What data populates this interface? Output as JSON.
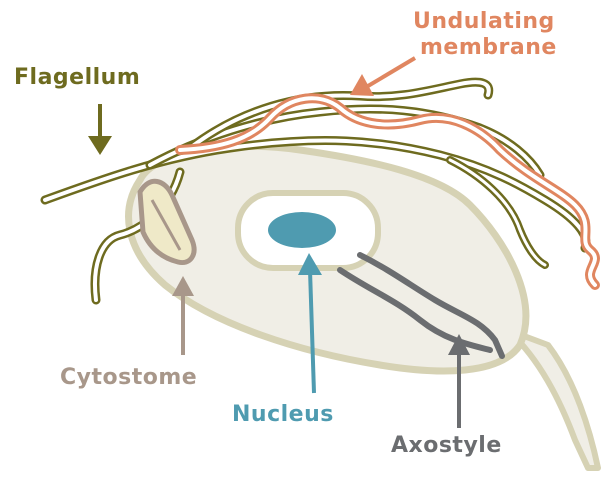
{
  "labels": {
    "flagellum": "Flagellum",
    "undulating_line1": "Undulating",
    "undulating_line2": "membrane",
    "cytostome": "Cytostome",
    "nucleus": "Nucleus",
    "axostyle": "Axostyle"
  },
  "colors": {
    "flagellum": "#6e6b1f",
    "undulating_membrane": "#e08660",
    "cytostome": "#a8978a",
    "nucleus": "#4f9bb0",
    "axostyle": "#6b6d70",
    "cell_fill": "#f0eee6",
    "cell_outline": "#d6d2b4"
  }
}
